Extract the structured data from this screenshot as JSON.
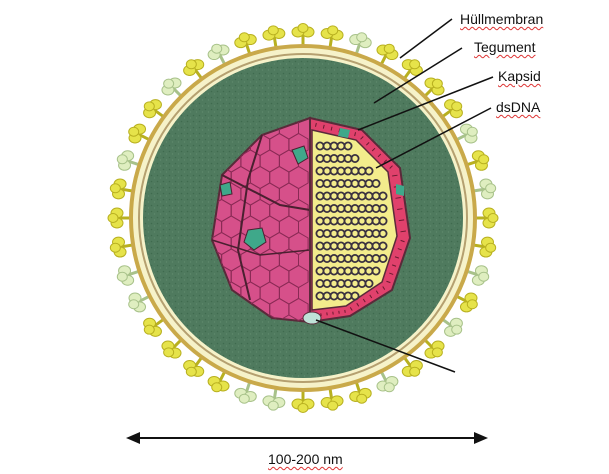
{
  "labels": {
    "envelope": "Hüllmembran",
    "tegument": "Tegument",
    "capsid": "Kapsid",
    "dna": "dsDNA"
  },
  "scale": {
    "text": "100-200 nm"
  },
  "colors": {
    "tegument": "#4f7a5e",
    "membrane": "#c9a94a",
    "spike": "#e6e34a",
    "capsid_face": "#d6508a",
    "capsid_accent": "#3fa88a",
    "dna_bg": "#f3ec8c",
    "dna_coil": "#3a3140",
    "capsid_ring": "#e0416c"
  }
}
